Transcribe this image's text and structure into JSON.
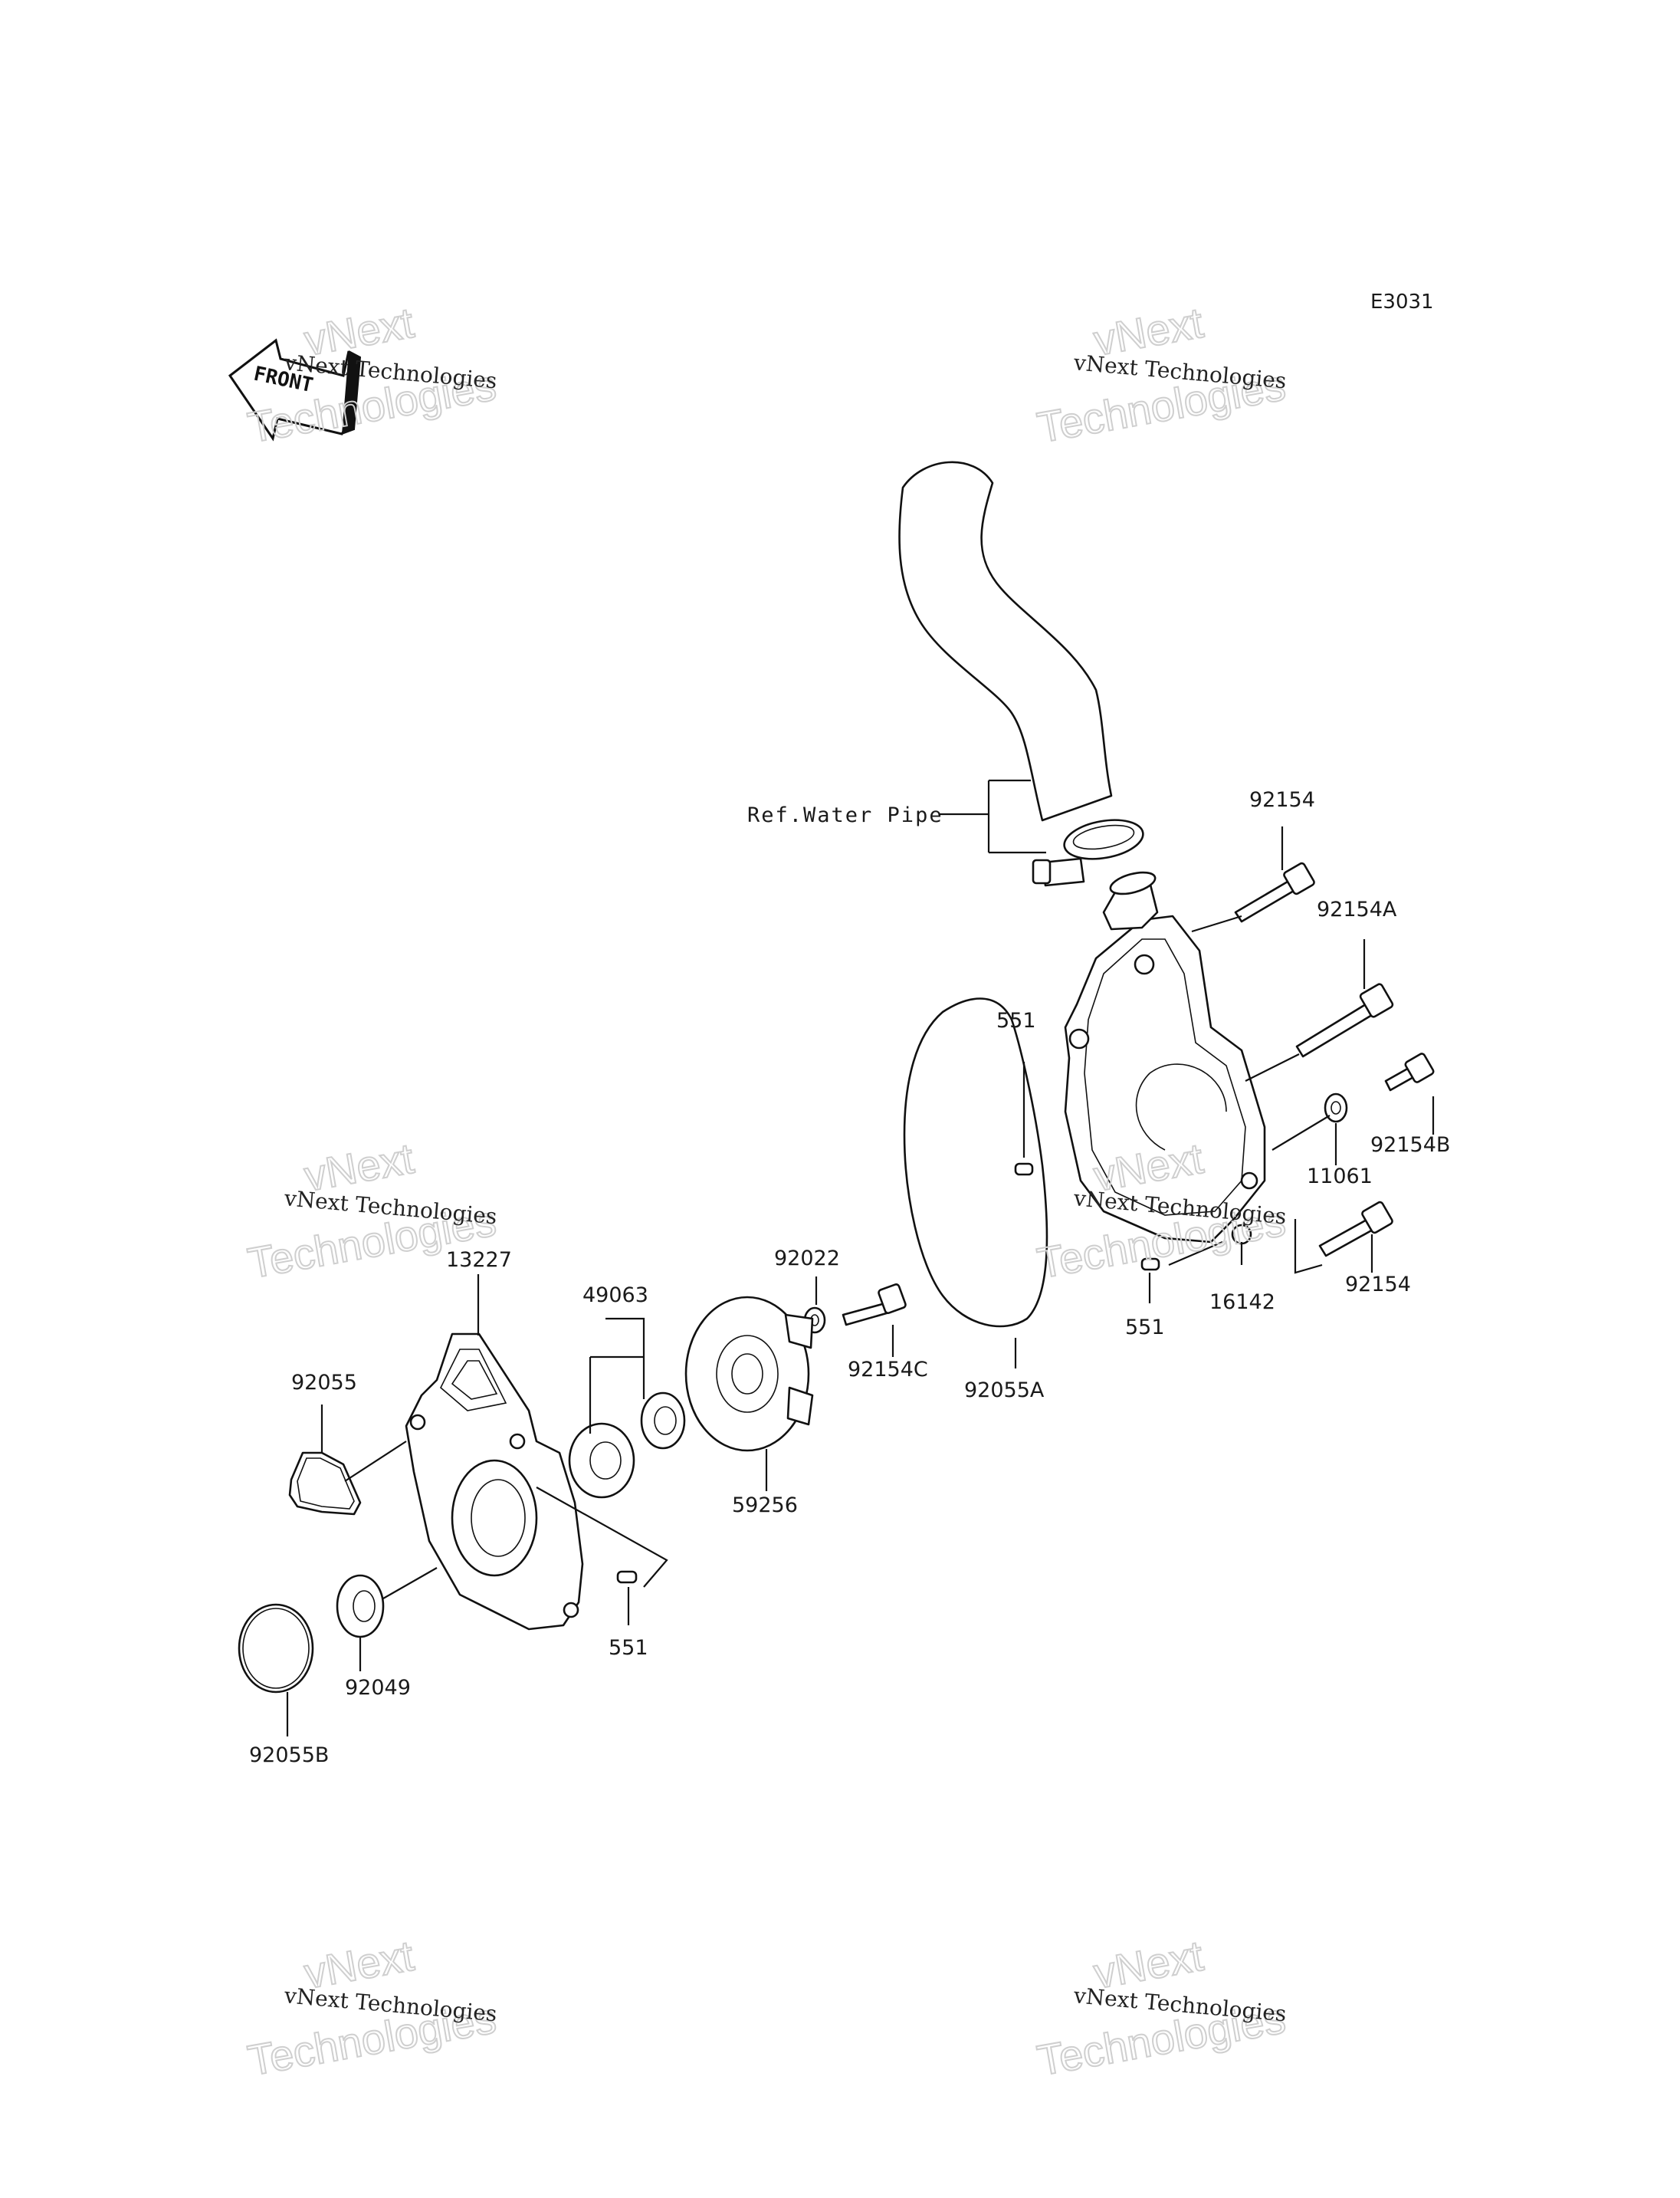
{
  "diagram_code": "E3031",
  "front_arrow_label": "FRONT",
  "watermark": {
    "small": "vNext Technologies",
    "big_top": "vNext",
    "big_bottom": "Technologies"
  },
  "reference": {
    "water_pipe": "Ref.Water Pipe"
  },
  "parts": {
    "p92154_top": "92154",
    "p92154A": "92154A",
    "p551_right_top": "551",
    "p92154B": "92154B",
    "p11061": "11061",
    "p92154_bottom": "92154",
    "p16142": "16142",
    "p551_right_bottom": "551",
    "p92022": "92022",
    "p92154C": "92154C",
    "p92055A": "92055A",
    "p13227": "13227",
    "p49063": "49063",
    "p92055": "92055",
    "p59256": "59256",
    "p551_left": "551",
    "p92049": "92049",
    "p92055B": "92055B"
  }
}
